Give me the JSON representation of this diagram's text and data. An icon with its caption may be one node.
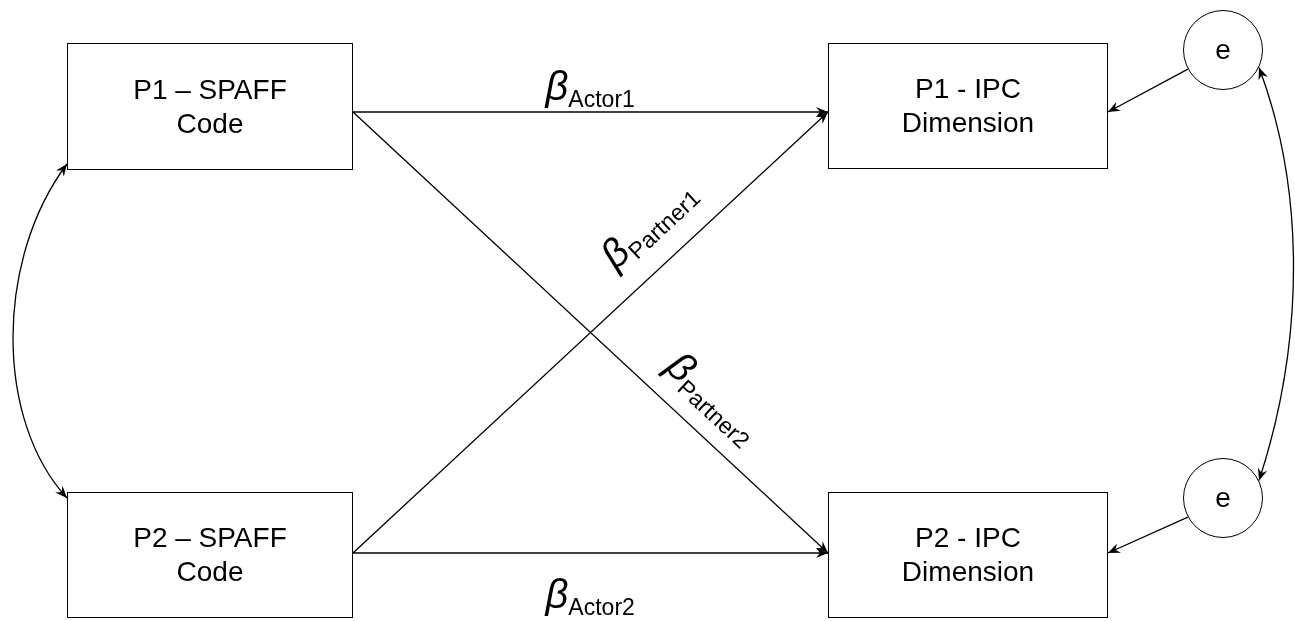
{
  "diagram": {
    "nodes": [
      {
        "text": [
          "P1 – SPAFF Code"
        ]
      },
      {
        "text": [
          "P1 - IPC Dimension"
        ]
      },
      {
        "text": [
          "e"
        ]
      },
      {
        "text": [
          "P2 – SPAFF Code"
        ]
      },
      {
        "text": [
          "P2 - IPC Dimension"
        ]
      },
      {
        "text": [
          "e"
        ]
      }
    ],
    "edges": [
      {
        "from": 0,
        "to": 1,
        "arrow": "to",
        "label": "β$_{Actor1}$"
      },
      {
        "from": 3,
        "to": 1,
        "arrow": "to",
        "label": "β$_{Partner1}$"
      },
      {
        "from": 0,
        "to": 4,
        "arrow": "to",
        "label": "β$_{Partner2}$"
      },
      {
        "from": 3,
        "to": 4,
        "arrow": "to",
        "label": "β$_{Actor2}$"
      },
      {
        "from": 2,
        "to": 1,
        "arrow": "to"
      },
      {
        "from": 5,
        "to": 4,
        "arrow": "to"
      },
      {
        "from": 0,
        "to": 3,
        "arrow": "both"
      },
      {
        "from": 2,
        "to": 5,
        "arrow": "both"
      }
    ]
  }
}
